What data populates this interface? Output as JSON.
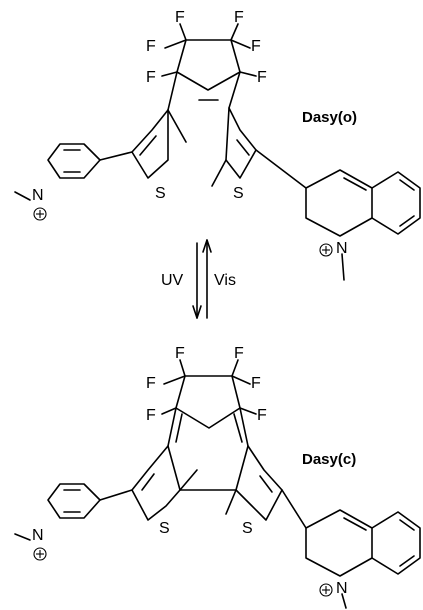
{
  "open_isomer": {
    "name": "Dasy(o)",
    "atoms": {
      "fluorine": "F",
      "sulfur": "S",
      "nitrogen": "N"
    }
  },
  "closed_isomer": {
    "name": "Dasy(c)",
    "atoms": {
      "fluorine": "F",
      "sulfur": "S",
      "nitrogen": "N"
    }
  },
  "conversion": {
    "forward": "UV",
    "reverse": "Vis"
  }
}
